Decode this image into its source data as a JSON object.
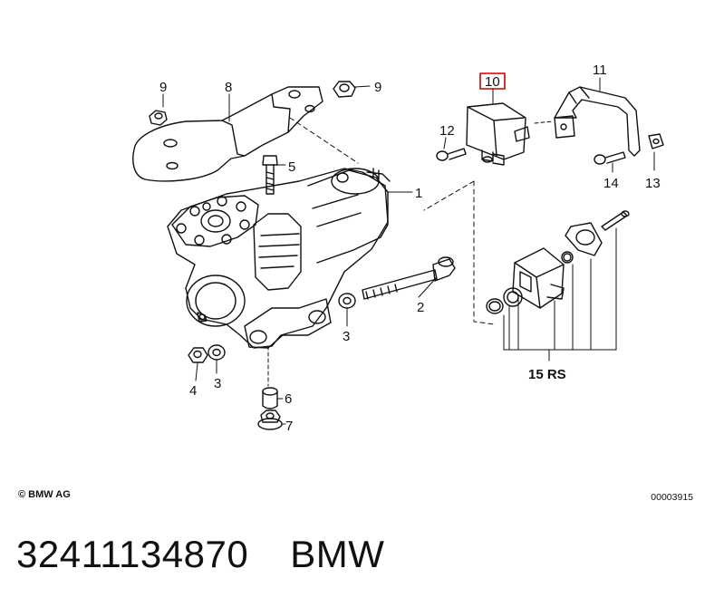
{
  "callouts": {
    "c1": "1",
    "c2": "2",
    "c3a": "3",
    "c3b": "3",
    "c4": "4",
    "c5": "5",
    "c6": "6",
    "c7": "7",
    "c8": "8",
    "c9a": "9",
    "c9b": "9",
    "c10": "10",
    "c11": "11",
    "c12": "12",
    "c13": "13",
    "c14": "14",
    "c15": "15 RS"
  },
  "highlight_color": "#cc0000",
  "footer": {
    "copyright": "© BMW AG",
    "drawing_number": "00003915"
  },
  "part": {
    "number": "32411134870",
    "brand": "BMW"
  }
}
